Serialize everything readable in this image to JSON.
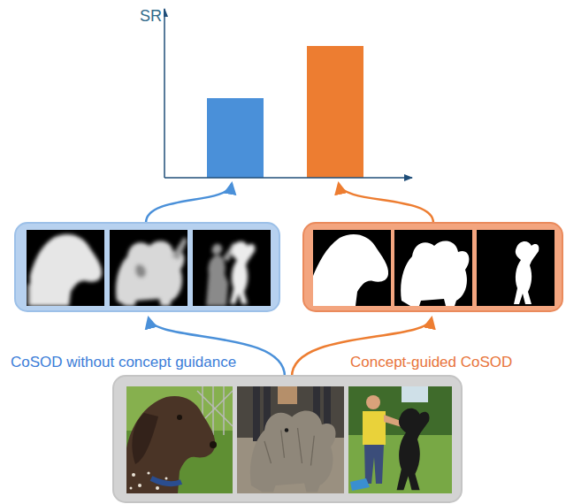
{
  "diagram": {
    "labels": [
      "SR",
      "CoSOD without concept guidance",
      "Concept-guided CoSOD"
    ]
  }
}
